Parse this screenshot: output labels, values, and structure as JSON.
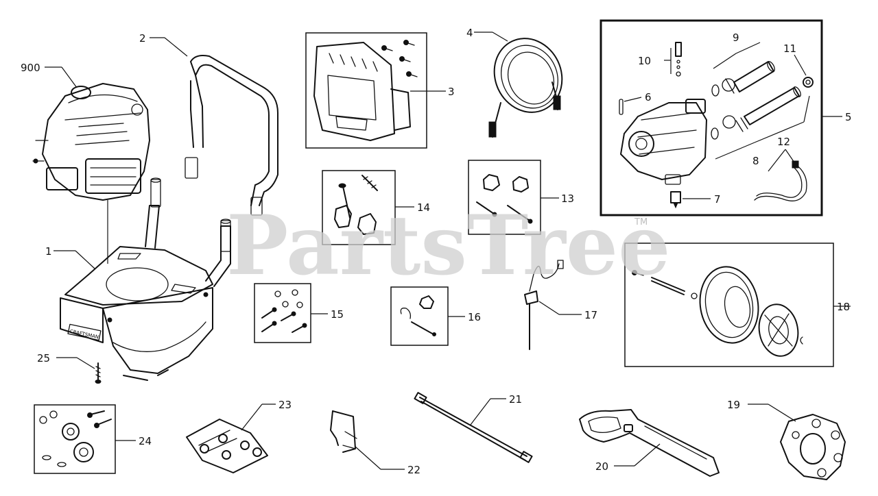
{
  "diagram": {
    "watermark": "PartsTree",
    "trademark": "TM",
    "frame_brand": "CRAFTSMAN",
    "callouts": [
      {
        "id": "900",
        "label": "900"
      },
      {
        "id": "1",
        "label": "1"
      },
      {
        "id": "2",
        "label": "2"
      },
      {
        "id": "3",
        "label": "3"
      },
      {
        "id": "4",
        "label": "4"
      },
      {
        "id": "5",
        "label": "5"
      },
      {
        "id": "6",
        "label": "6"
      },
      {
        "id": "7",
        "label": "7"
      },
      {
        "id": "8",
        "label": "8"
      },
      {
        "id": "9",
        "label": "9"
      },
      {
        "id": "10",
        "label": "10"
      },
      {
        "id": "11",
        "label": "11"
      },
      {
        "id": "12",
        "label": "12"
      },
      {
        "id": "13",
        "label": "13"
      },
      {
        "id": "14",
        "label": "14"
      },
      {
        "id": "15",
        "label": "15"
      },
      {
        "id": "16",
        "label": "16"
      },
      {
        "id": "17",
        "label": "17"
      },
      {
        "id": "18",
        "label": "18"
      },
      {
        "id": "19",
        "label": "19"
      },
      {
        "id": "20",
        "label": "20"
      },
      {
        "id": "21",
        "label": "21"
      },
      {
        "id": "22",
        "label": "22"
      },
      {
        "id": "23",
        "label": "23"
      },
      {
        "id": "24",
        "label": "24"
      },
      {
        "id": "25",
        "label": "25"
      }
    ]
  }
}
